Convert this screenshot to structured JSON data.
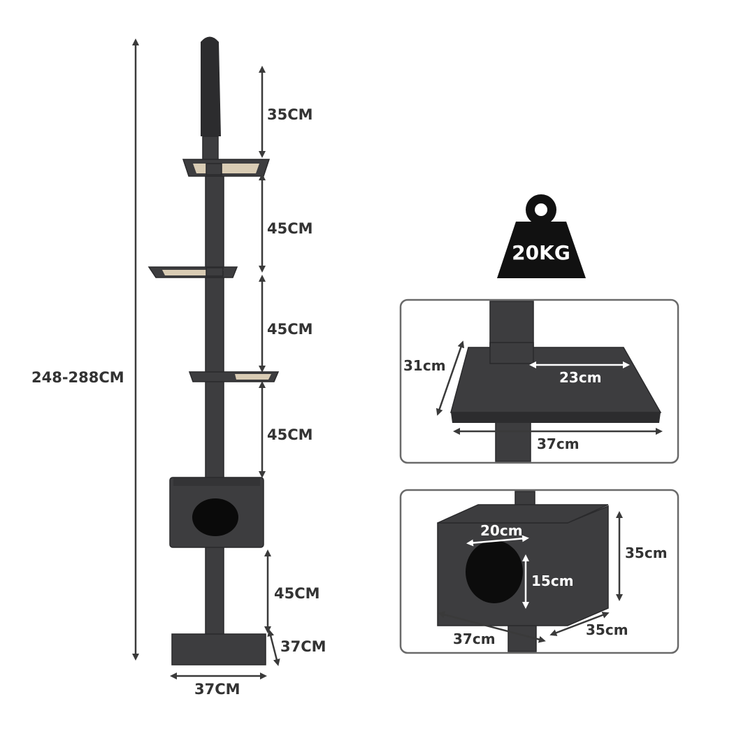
{
  "colors": {
    "plush": "#3d3d3f",
    "plush_dark": "#2c2c2e",
    "sisal": "#d9ccb4",
    "dimension_line": "#3a3a3a",
    "text": "#333333",
    "panel_border": "#6a6a6a",
    "weight_icon": "#111111"
  },
  "icons": {
    "weight": "weight-icon"
  },
  "product_view": {
    "total_height": "248-288CM",
    "segment_top": "35CM",
    "segment_2": "45CM",
    "segment_3": "45CM",
    "segment_4": "45CM",
    "segment_bottom": "45CM",
    "base_depth": "37CM",
    "base_width": "37CM"
  },
  "weight": {
    "label": "20KG"
  },
  "platform_detail": {
    "depth": "31cm",
    "inner_width": "23cm",
    "width": "37cm"
  },
  "condo_detail": {
    "hole_width": "20cm",
    "hole_height": "15cm",
    "height": "35cm",
    "depth": "35cm",
    "width": "37cm"
  }
}
